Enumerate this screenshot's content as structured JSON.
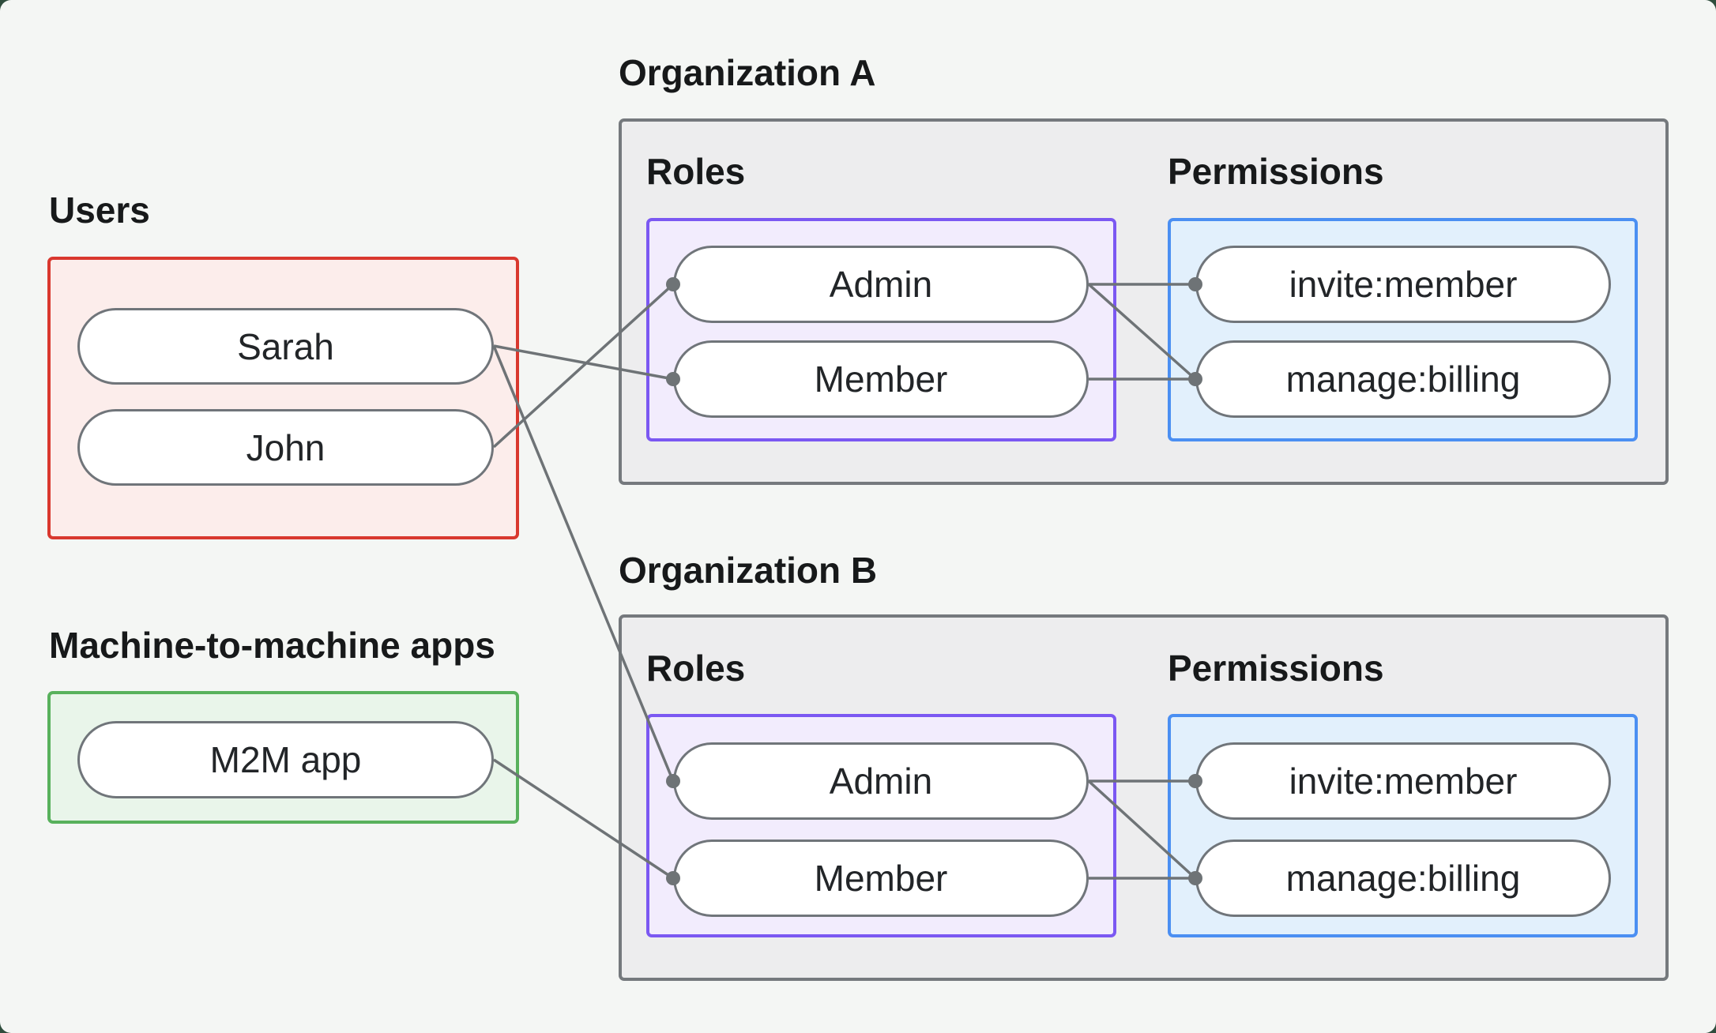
{
  "users_section": {
    "label": "Users",
    "nodes": [
      {
        "id": "sarah",
        "label": "Sarah"
      },
      {
        "id": "john",
        "label": "John"
      }
    ]
  },
  "m2m_section": {
    "label": "Machine-to-machine apps",
    "nodes": [
      {
        "id": "m2m",
        "label": "M2M app"
      }
    ]
  },
  "organizations": [
    {
      "id": "orgA",
      "label": "Organization A",
      "roles_label": "Roles",
      "permissions_label": "Permissions",
      "roles": [
        {
          "id": "orgA_admin",
          "label": "Admin"
        },
        {
          "id": "orgA_member",
          "label": "Member"
        }
      ],
      "permissions": [
        {
          "id": "orgA_invite",
          "label": "invite:member"
        },
        {
          "id": "orgA_manage",
          "label": "manage:billing"
        }
      ]
    },
    {
      "id": "orgB",
      "label": "Organization B",
      "roles_label": "Roles",
      "permissions_label": "Permissions",
      "roles": [
        {
          "id": "orgB_admin",
          "label": "Admin"
        },
        {
          "id": "orgB_member",
          "label": "Member"
        }
      ],
      "permissions": [
        {
          "id": "orgB_invite",
          "label": "invite:member"
        },
        {
          "id": "orgB_manage",
          "label": "manage:billing"
        }
      ]
    }
  ],
  "diagram": {
    "type": "relationship-diagram",
    "edges": [
      {
        "from": "sarah",
        "to": "orgA_member"
      },
      {
        "from": "sarah",
        "to": "orgB_admin"
      },
      {
        "from": "john",
        "to": "orgA_admin"
      },
      {
        "from": "m2m",
        "to": "orgB_member"
      },
      {
        "from": "orgA_admin",
        "to": "orgA_invite"
      },
      {
        "from": "orgA_admin",
        "to": "orgA_manage"
      },
      {
        "from": "orgA_member",
        "to": "orgA_manage"
      },
      {
        "from": "orgB_admin",
        "to": "orgB_invite"
      },
      {
        "from": "orgB_admin",
        "to": "orgB_manage"
      },
      {
        "from": "orgB_member",
        "to": "orgB_manage"
      }
    ]
  },
  "colors": {
    "page-bg": "#f4f6f4",
    "label-text": "#17191a",
    "users-border": "#d9382e",
    "users-fill": "#fcedeb",
    "m2m-border": "#58b15c",
    "m2m-fill": "#e9f5ea",
    "org-border": "#75797d",
    "org-fill": "#ededee",
    "roles-border": "#7b58f2",
    "roles-fill": "#f2ecfd",
    "permissions-border": "#4b8ff2",
    "permissions-fill": "#e2f0fc",
    "node-border": "#70757a",
    "node-fill": "#ffffff",
    "node-text": "#222528",
    "connector": "#6e7376"
  }
}
